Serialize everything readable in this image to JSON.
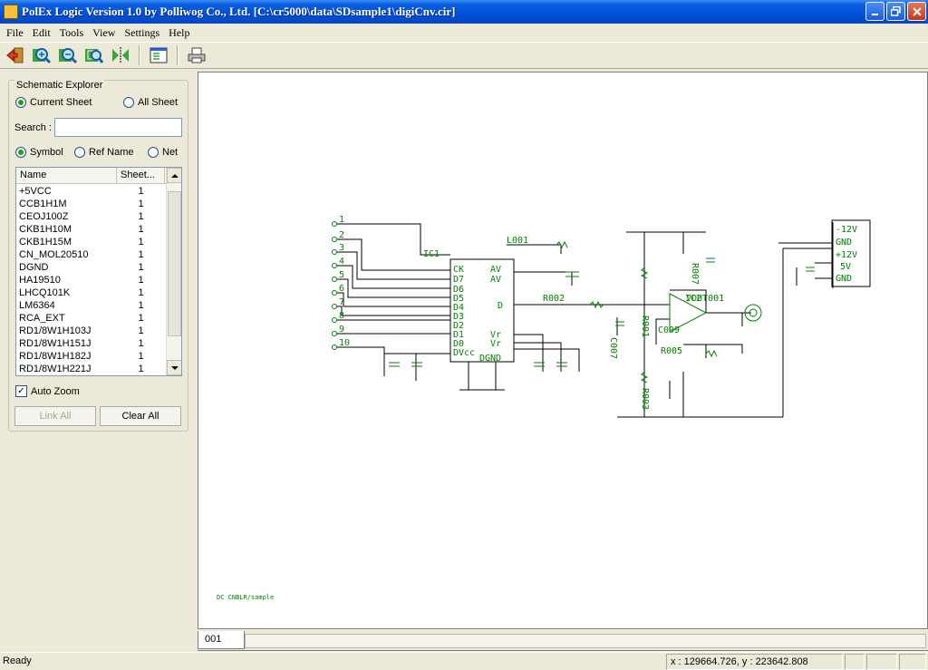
{
  "window": {
    "title": "PolEx Logic Version 1.0 by Polliwog Co., Ltd. [C:\\cr5000\\data\\SDsample1\\digiCnv.cir]",
    "controls": [
      "minimize",
      "maximize",
      "close"
    ]
  },
  "menu": {
    "items": [
      "File",
      "Edit",
      "Tools",
      "View",
      "Settings",
      "Help"
    ]
  },
  "toolbar": {
    "buttons": [
      "exit-icon",
      "zoom-in-icon",
      "zoom-out-icon",
      "zoom-fit-icon",
      "flip-icon",
      "window-icon",
      "print-icon"
    ]
  },
  "explorer": {
    "legend": "Schematic Explorer",
    "scope_current": "Current Sheet",
    "scope_all": "All Sheet",
    "scope_selected": "Current Sheet",
    "search_label": "Search :",
    "search_value": "",
    "filter_symbol": "Symbol",
    "filter_refname": "Ref Name",
    "filter_net": "Net",
    "filter_selected": "Symbol",
    "columns": [
      "Name",
      "Sheet..."
    ],
    "rows": [
      {
        "name": "+5VCC",
        "sheet": "1"
      },
      {
        "name": "CCB1H1M",
        "sheet": "1"
      },
      {
        "name": "CEOJ100Z",
        "sheet": "1"
      },
      {
        "name": "CKB1H10M",
        "sheet": "1"
      },
      {
        "name": "CKB1H15M",
        "sheet": "1"
      },
      {
        "name": "CN_MOL20510",
        "sheet": "1"
      },
      {
        "name": "DGND",
        "sheet": "1"
      },
      {
        "name": "HA19510",
        "sheet": "1"
      },
      {
        "name": "LHCQ101K",
        "sheet": "1"
      },
      {
        "name": "LM6364",
        "sheet": "1"
      },
      {
        "name": "RCA_EXT",
        "sheet": "1"
      },
      {
        "name": "RD1/8W1H103J",
        "sheet": "1"
      },
      {
        "name": "RD1/8W1H151J",
        "sheet": "1"
      },
      {
        "name": "RD1/8W1H182J",
        "sheet": "1"
      },
      {
        "name": "RD1/8W1H221J",
        "sheet": "1"
      }
    ],
    "auto_zoom_label": "Auto Zoom",
    "auto_zoom_checked": true,
    "link_all_label": "Link All",
    "clear_all_label": "Clear All"
  },
  "schematic": {
    "connector_pins": [
      "1",
      "2",
      "3",
      "4",
      "5",
      "6",
      "7",
      "8",
      "9",
      "10"
    ],
    "ic_label": "IC1",
    "ic_pins_left": [
      "CK",
      "D7",
      "D6",
      "D5",
      "D4",
      "D3",
      "D2",
      "D1",
      "D0",
      "DVcc"
    ],
    "ic_pins_right": [
      "AV",
      "AV",
      "D",
      "",
      "",
      "",
      "",
      "Vr",
      "Vr",
      "DGND"
    ],
    "labels": {
      "r002": "R002",
      "r001": "R001",
      "r003": "R003",
      "r005": "R005",
      "r007": "R007",
      "c007": "C007",
      "c009": "C009",
      "ic2": "IC2",
      "vout": "VOUT001",
      "l001": "L001",
      "supply": [
        "-12V",
        "GND",
        "+12V",
        "5V",
        "GND"
      ],
      "footer": "DC CNBLR/sample"
    },
    "colors": {
      "wire": "#000000",
      "component": "#008000",
      "text": "#008000"
    }
  },
  "sheet_tabs": [
    "001"
  ],
  "status": {
    "ready": "Ready",
    "coords": "x : 129664.726, y : 223642.808"
  }
}
